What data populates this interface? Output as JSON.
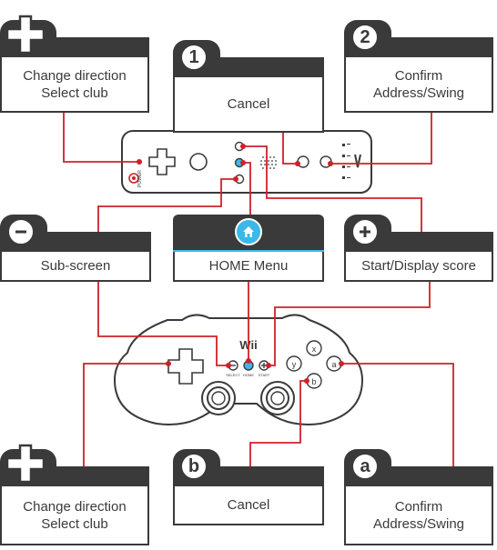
{
  "remote": {
    "power_label": "POWER"
  },
  "classic": {
    "logo": "Wii",
    "select_label": "SELECT",
    "home_label": "HOME",
    "start_label": "START",
    "btn_x": "x",
    "btn_y": "y",
    "btn_a": "a",
    "btn_b": "b"
  },
  "cards": {
    "dpad_top": {
      "text": "Change direction\nSelect club"
    },
    "one": {
      "badge": "1",
      "text": "Cancel"
    },
    "two": {
      "badge": "2",
      "text": "Confirm\nAddress/Swing"
    },
    "minus": {
      "text": "Sub-screen"
    },
    "home": {
      "text": "HOME Menu"
    },
    "plus": {
      "text": "Start/Display score"
    },
    "dpad_bottom": {
      "text": "Change direction\nSelect club"
    },
    "b": {
      "badge": "b",
      "text": "Cancel"
    },
    "a": {
      "badge": "a",
      "text": "Confirm\nAddress/Swing"
    }
  },
  "colors": {
    "wire": "#d0202a",
    "dark": "#3a3a3a",
    "home_accent": "#3bb8e8"
  }
}
